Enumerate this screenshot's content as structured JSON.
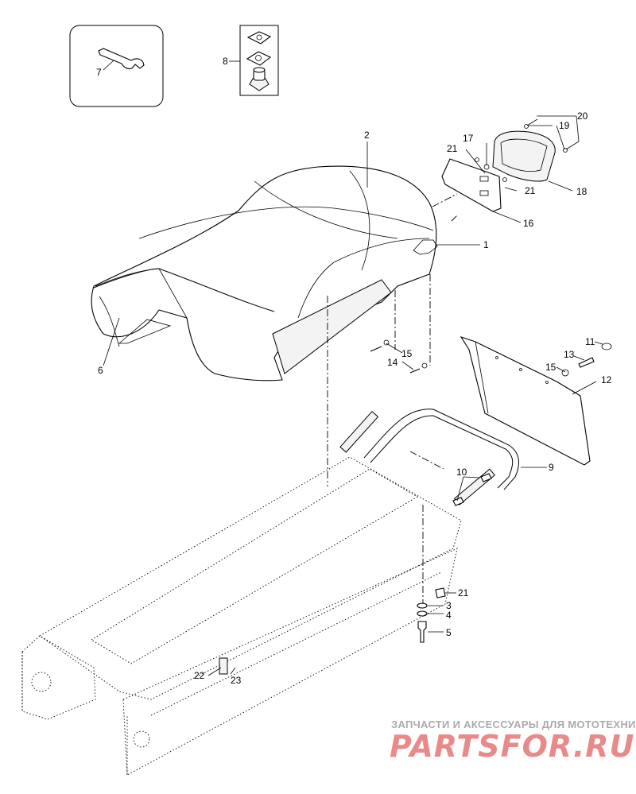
{
  "labels": {
    "p1": "1",
    "p2": "2",
    "p3": "3",
    "p4": "4",
    "p5": "5",
    "p6": "6",
    "p7": "7",
    "p8": "8",
    "p9": "9",
    "p10": "10",
    "p11": "11",
    "p12": "12",
    "p13": "13",
    "p14": "14",
    "p15a": "15",
    "p15b": "15",
    "p16": "16",
    "p17": "17",
    "p18": "18",
    "p19": "19",
    "p20": "20",
    "p21a": "21",
    "p21b": "21",
    "p21c": "21",
    "p22": "22",
    "p23": "23"
  },
  "watermark": {
    "tagline": "ЗАПЧАСТИ И АКСЕССУАРЫ ДЛЯ МОТОТЕХНИКИ",
    "logo": "PARTSFOR.RU"
  },
  "colors": {
    "watermark_text": "#aaaaaa",
    "watermark_logo": "#e98a8a"
  }
}
